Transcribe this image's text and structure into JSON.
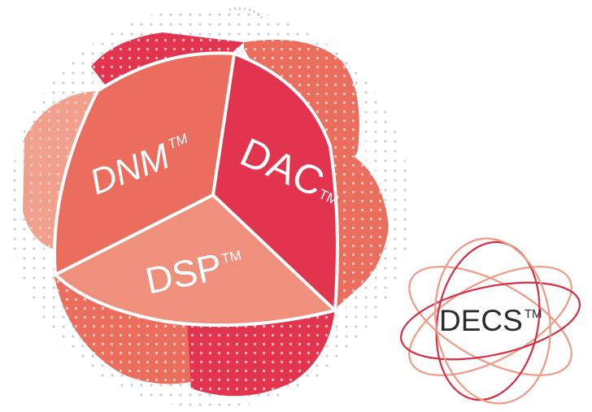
{
  "segments": {
    "dnm": {
      "label": "DNM",
      "mark": "TM"
    },
    "dac": {
      "label": "DAC",
      "mark": "TM"
    },
    "dsp": {
      "label": "DSP",
      "mark": "TM"
    }
  },
  "logo": {
    "label": "DECS",
    "mark": "TM"
  },
  "colors": {
    "crimson": "#e2344f",
    "coral": "#ea6d5d",
    "salmon": "#ee8c7a",
    "light_salmon": "#f2a08e",
    "dot_gray": "#b9b9b9",
    "logo_ring_red": "#d62f45",
    "logo_ring_salmon": "#ee9a85",
    "logo_text": "#2b2b2b"
  }
}
